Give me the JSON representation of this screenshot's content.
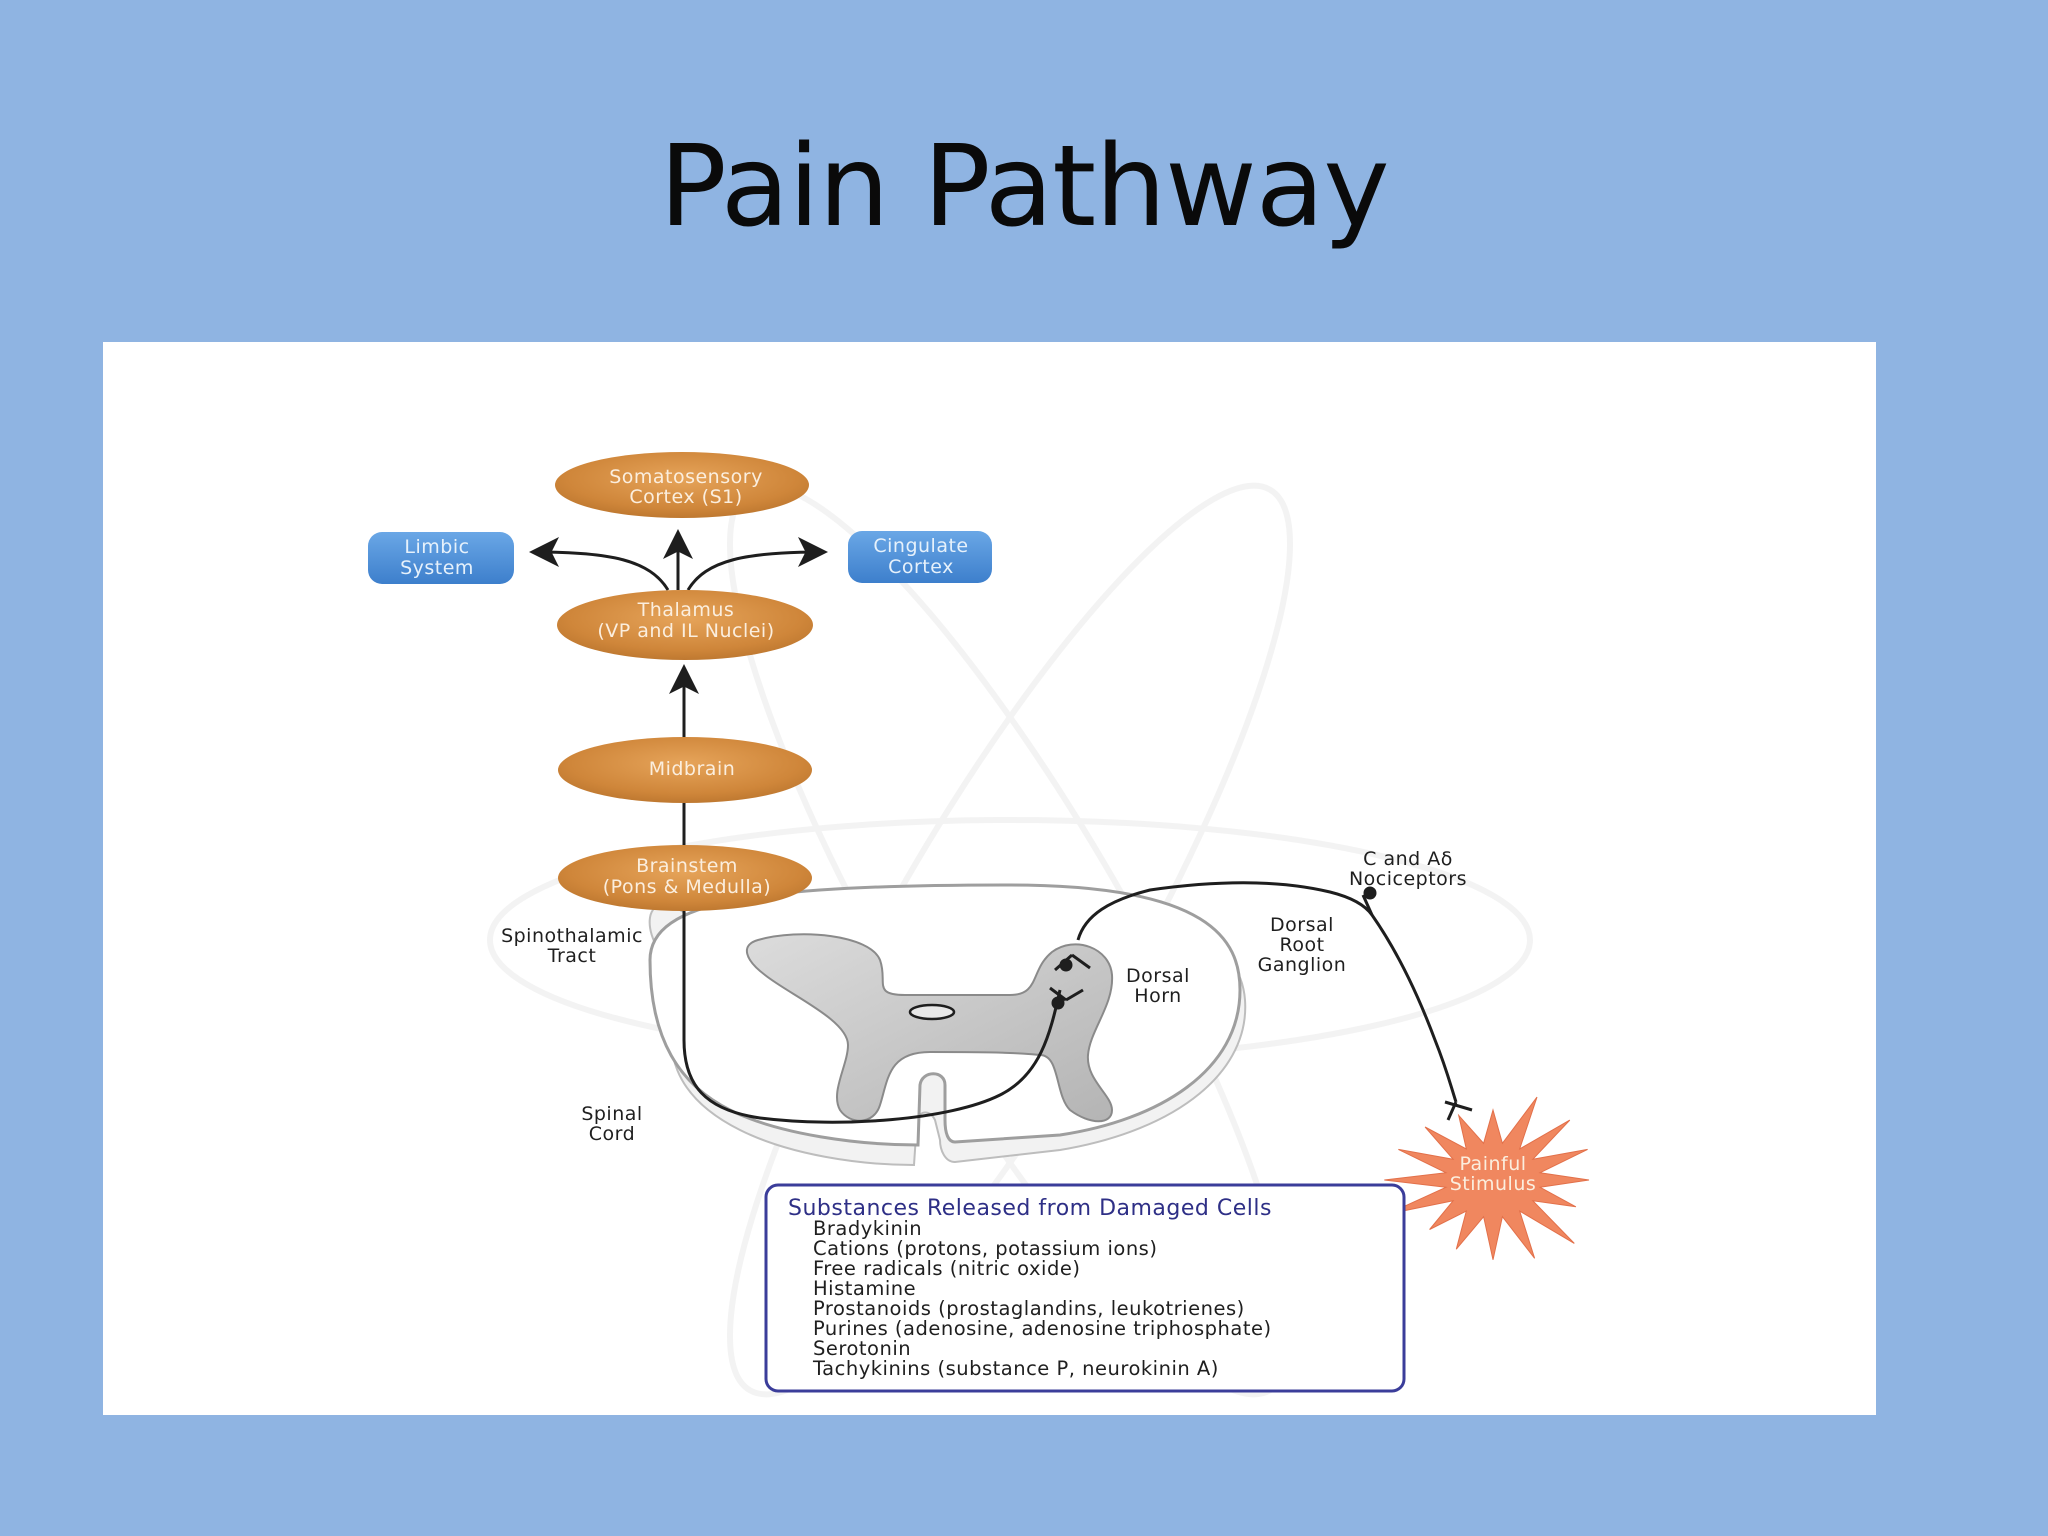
{
  "title": "Pain Pathway",
  "nodes": {
    "somatosensory": [
      "Somatosensory",
      "Cortex (S1)"
    ],
    "limbic": [
      "Limbic",
      "System"
    ],
    "cingulate": [
      "Cingulate",
      "Cortex"
    ],
    "thalamus": [
      "Thalamus",
      "(VP and IL Nuclei)"
    ],
    "midbrain": [
      "Midbrain"
    ],
    "brainstem": [
      "Brainstem",
      "(Pons & Medulla)"
    ]
  },
  "labels": {
    "spinothalamic": [
      "Spinothalamic",
      "Tract"
    ],
    "spinal_cord": [
      "Spinal",
      "Cord"
    ],
    "dorsal_horn": [
      "Dorsal",
      "Horn"
    ],
    "drg": [
      "Dorsal",
      "Root",
      "Ganglion"
    ],
    "nociceptors": [
      "C and Aδ",
      "Nociceptors"
    ],
    "stimulus": [
      "Painful",
      "Stimulus"
    ]
  },
  "substances": {
    "title": "Substances Released from Damaged Cells",
    "items": [
      "Bradykinin",
      "Cations (protons, potassium ions)",
      "Free radicals (nitric oxide)",
      "Histamine",
      "Prostanoids (prostaglandins, leukotrienes)",
      "Purines (adenosine, adenosine triphosphate)",
      "Serotonin",
      "Tachykinins (substance P, neurokinin A)"
    ]
  },
  "colors": {
    "background": "#8fb4e2",
    "orange_node": "#d08a3a",
    "blue_node": "#4d8fd6",
    "box_border": "#3b3d9a",
    "starburst": "#f0875f"
  }
}
